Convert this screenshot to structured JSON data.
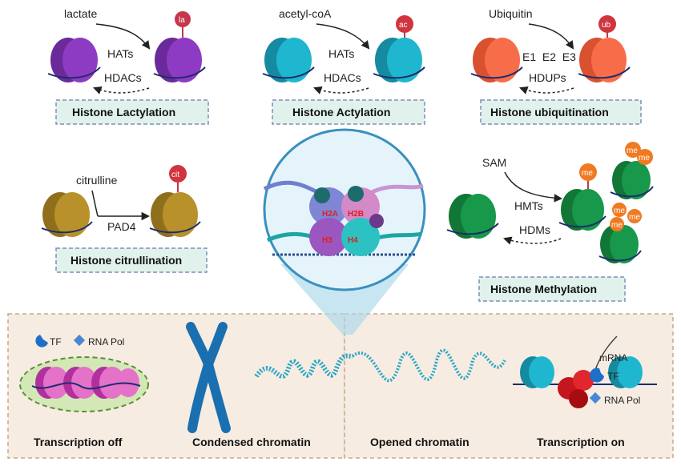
{
  "panels": {
    "lactylation": {
      "substrate": "lactate",
      "forward": "HATs",
      "reverse": "HDACs",
      "mark": "la",
      "title": "Histone Lactylation"
    },
    "acetylation": {
      "substrate": "acetyl-coA",
      "forward": "HATs",
      "reverse": "HDACs",
      "mark": "ac",
      "title": "Histone Actylation"
    },
    "ubiquitination": {
      "substrate": "Ubiquitin",
      "forward": "E1  E2  E3",
      "reverse": "HDUPs",
      "mark": "ub",
      "title": "Histone ubiquitination"
    },
    "citrullination": {
      "substrate": "citrulline",
      "forward": "PAD4",
      "mark": "cit",
      "title": "Histone citrullination"
    },
    "methylation": {
      "substrate": "SAM",
      "forward": "HMTs",
      "reverse": "HDMs",
      "mark": "me",
      "title": "Histone Methylation"
    }
  },
  "histones": {
    "h2a": "H2A",
    "h2b": "H2B",
    "h3": "H3",
    "h4": "H4"
  },
  "bottom": {
    "legend_tf": "TF",
    "legend_rnapol": "RNA Pol",
    "mrna": "mRNA",
    "tf": "TF",
    "rnapol": "RNA Pol",
    "transcription_off": "Transcription off",
    "condensed": "Condensed chromatin",
    "opened": "Opened chromatin",
    "transcription_on": "Transcription on"
  },
  "colors": {
    "lactylation": "#8e3bc4",
    "acetylation": "#1fb7cf",
    "ubiquitination": "#f76d4a",
    "citrullination": "#b8912a",
    "methylation": "#17984a",
    "mark_red": "#c4384a",
    "mark_orange": "#f07a22",
    "bottom_panel": "#f6ece2"
  }
}
